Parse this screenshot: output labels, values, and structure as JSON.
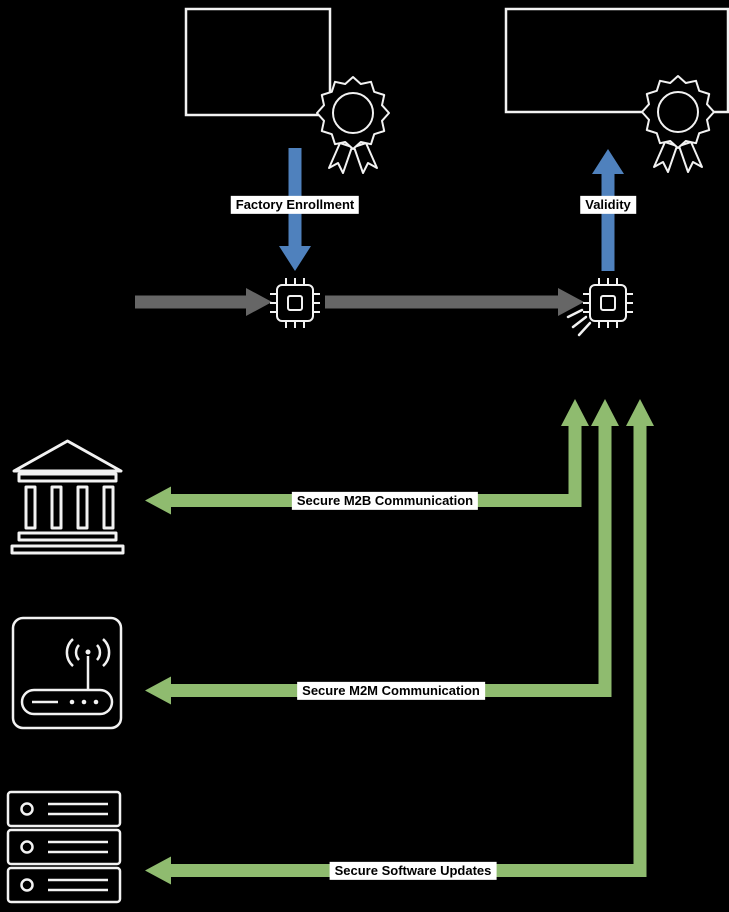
{
  "diagram": {
    "background": "#000000",
    "labels": {
      "factory_enrollment": "Factory Enrollment",
      "validity": "Validity",
      "secure_m2b": "Secure M2B Communication",
      "secure_m2m": "Secure M2M Communication",
      "secure_updates": "Secure Software Updates"
    },
    "colors": {
      "enrollment_arrow": "#4f81bd",
      "flow_arrow": "#666666",
      "secure_arrow": "#8fbb6f",
      "icon_line": "#f2f2f2",
      "label_bg": "#ffffff",
      "label_text": "#000000"
    },
    "icons": {
      "top_left": "certificate-with-seal-icon",
      "top_right": "certificate-with-seal-icon",
      "mid_left": "chip-device-icon",
      "mid_right": "chip-device-signal-icon",
      "left_top": "bank-building-icon",
      "left_middle": "wireless-router-icon",
      "left_bottom": "server-stack-icon"
    }
  }
}
